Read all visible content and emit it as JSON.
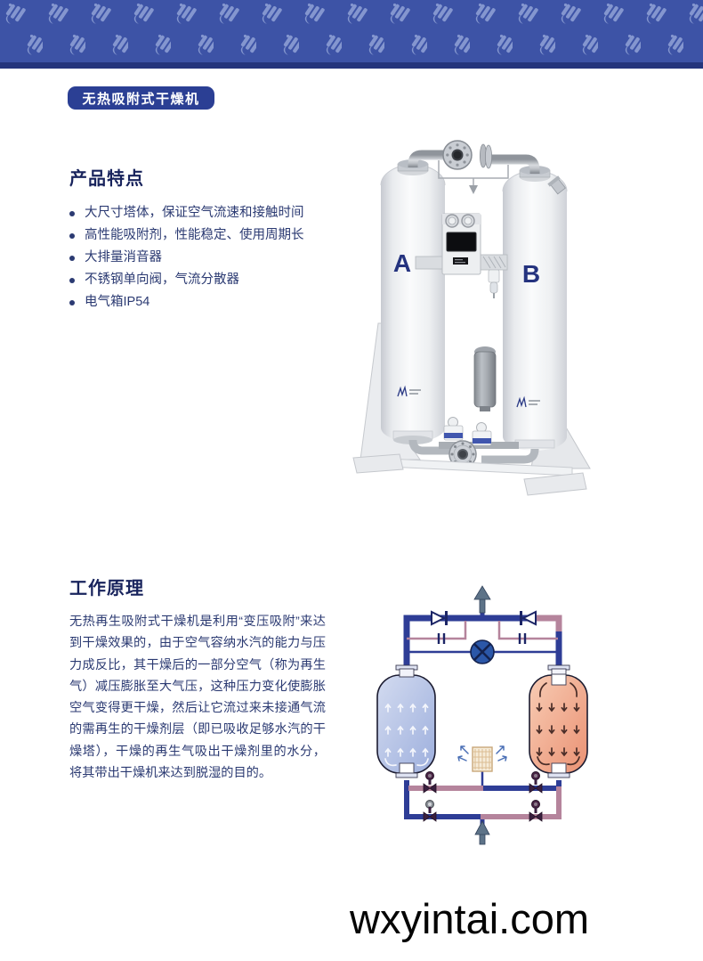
{
  "header": {
    "band_color": "#3d53a6",
    "band_edge_color": "#25357c",
    "pattern_color": "#8496cf",
    "badge": {
      "label": "无热吸附式干燥机",
      "bg_color": "#2b3f94"
    }
  },
  "features": {
    "heading": "产品特点",
    "items": [
      "大尺寸塔体，保证空气流速和接触时间",
      "高性能吸附剂，性能稳定、使用周期长",
      "大排量消音器",
      "不锈钢单向阀，气流分散器",
      "电气箱IP54"
    ]
  },
  "product": {
    "tower_a_label": "A",
    "tower_b_label": "B",
    "label_color": "#25337f"
  },
  "principle": {
    "heading": "工作原理",
    "body": "无热再生吸附式干燥机是利用“变压吸附”来达到干燥效果的，由于空气容纳水汽的能力与压力成反比，其干燥后的一部分空气（称为再生气）减压膨胀至大气压，这种压力变化使膨胀空气变得更干燥，然后让它流过来未接通气流的需再生的干燥剂层（即已吸收足够水汽的干燥塔），干燥的再生气吸出干燥剂里的水分，将其带出干燥机来达到脱湿的目的。",
    "diagram_colors": {
      "pipe_blue": "#2e3d96",
      "pipe_mauve": "#b5849c",
      "left_tower_fill": "#9dafdd",
      "right_tower_fill": "#ea9173",
      "flow_arrow_slate": "#5d7388"
    }
  },
  "watermark": "wxyintai.com"
}
